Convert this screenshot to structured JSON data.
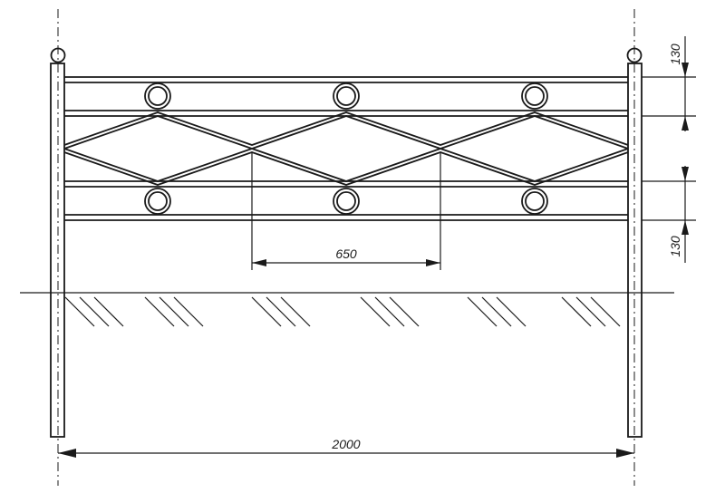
{
  "dimensions": {
    "total_width": "2000",
    "diamond_half_span": "650",
    "top_offset": "130",
    "bottom_offset": "130"
  }
}
